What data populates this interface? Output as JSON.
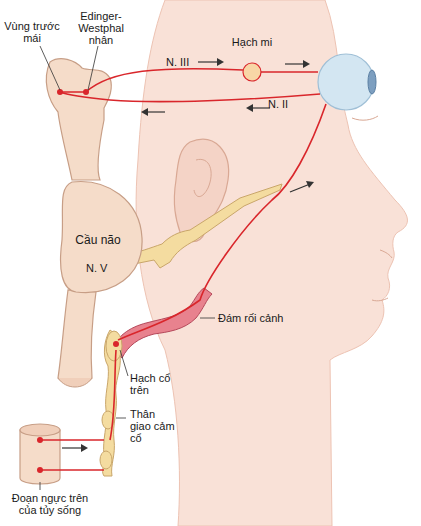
{
  "diagram": {
    "nodes": [
      {
        "text": [
          "Hạch mi"
        ]
      },
      {
        "text": [
          "Cầu não"
        ]
      }
    ],
    "labels": [
      "Vùng trước mái",
      "Edinger-Westphal nhân",
      "N. III",
      "N. II",
      "N. V",
      "Đám rối cảnh",
      "Hạch cổ trên",
      "Thân giao cảm cổ",
      "Đoạn ngực trên của tủy sống"
    ]
  }
}
